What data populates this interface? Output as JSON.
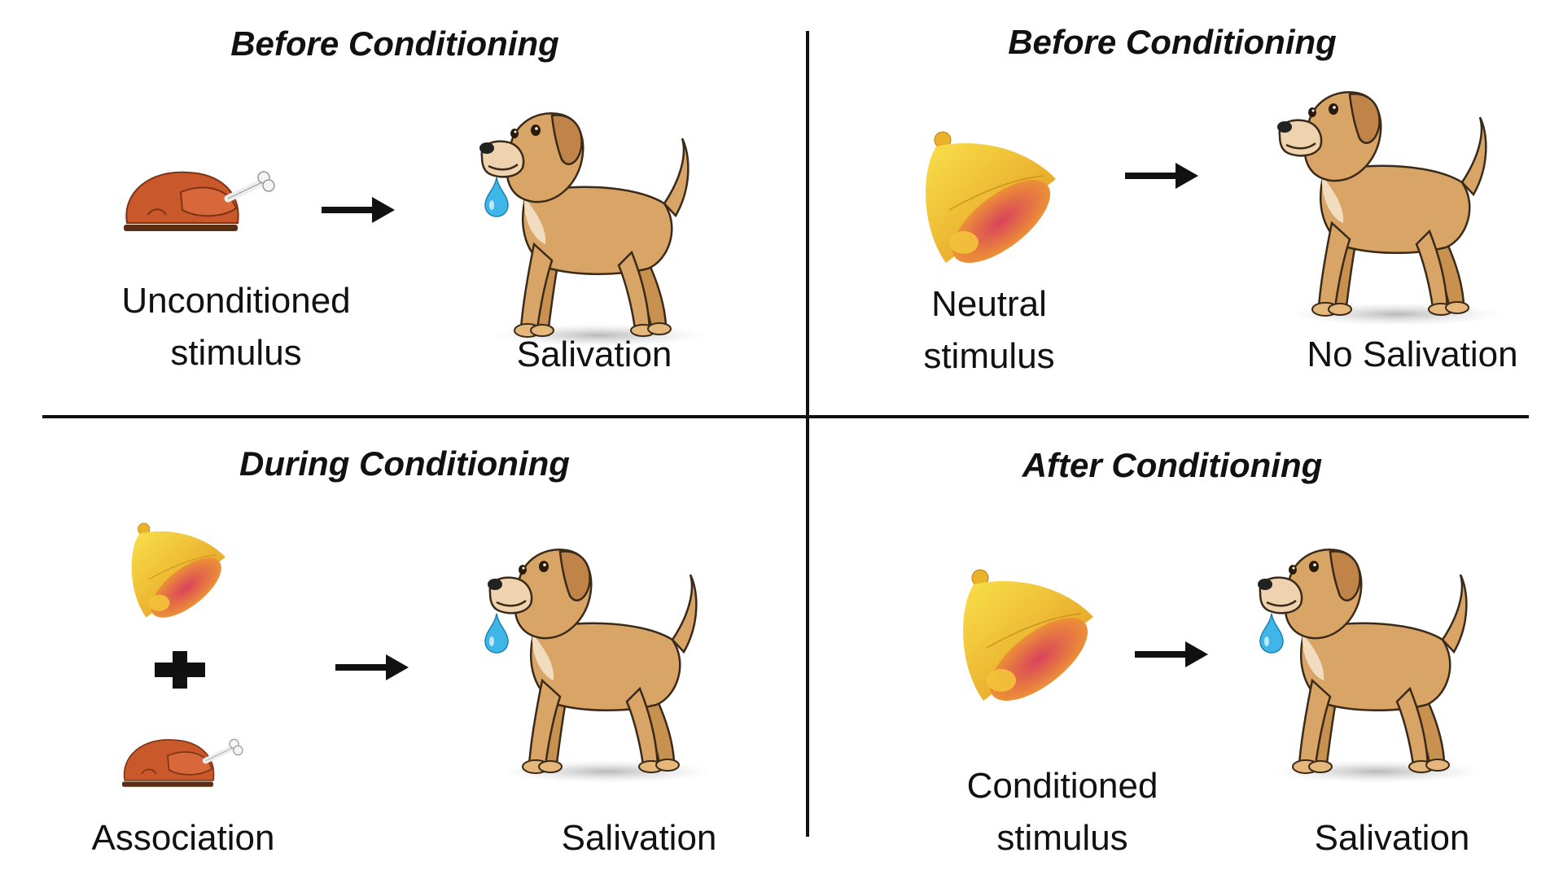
{
  "panels": {
    "top_left": {
      "title": "Before Conditioning",
      "stimulus_line1": "Unconditioned",
      "stimulus_line2": "stimulus",
      "response": "Salivation"
    },
    "top_right": {
      "title": "Before Conditioning",
      "stimulus_line1": "Neutral",
      "stimulus_line2": "stimulus",
      "response": "No Salivation"
    },
    "bottom_left": {
      "title": "During Conditioning",
      "stimulus": "Association",
      "response": "Salivation"
    },
    "bottom_right": {
      "title": "After Conditioning",
      "stimulus_line1": "Conditioned",
      "stimulus_line2": "stimulus",
      "response": "Salivation"
    }
  },
  "colors": {
    "dog_body": "#d9a566",
    "dog_outline": "#3a2a1a",
    "drool": "#3fb6e8",
    "turkey": "#c9582a",
    "bell_light": "#f7d33a",
    "bell_dark": "#e08a1c",
    "bell_inner": "#d9435a",
    "divider": "#111111"
  },
  "icons": [
    "turkey-icon",
    "bell-icon",
    "dog-icon",
    "arrow-right-icon",
    "plus-icon",
    "drool-icon"
  ]
}
